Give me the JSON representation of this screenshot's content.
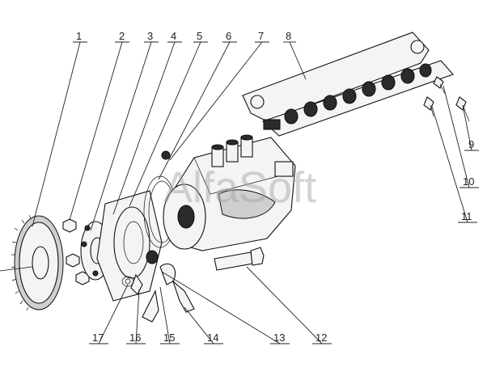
{
  "watermark": "AlfaSoft",
  "callouts": [
    {
      "id": "callout-1",
      "num": "1"
    },
    {
      "id": "callout-2",
      "num": "2"
    },
    {
      "id": "callout-3",
      "num": "3"
    },
    {
      "id": "callout-4",
      "num": "4"
    },
    {
      "id": "callout-5",
      "num": "5"
    },
    {
      "id": "callout-6",
      "num": "6"
    },
    {
      "id": "callout-7",
      "num": "7"
    },
    {
      "id": "callout-8",
      "num": "8"
    },
    {
      "id": "callout-9",
      "num": "9"
    },
    {
      "id": "callout-10",
      "num": "10"
    },
    {
      "id": "callout-11",
      "num": "11"
    },
    {
      "id": "callout-12",
      "num": "12"
    },
    {
      "id": "callout-13",
      "num": "13"
    },
    {
      "id": "callout-14",
      "num": "14"
    },
    {
      "id": "callout-15",
      "num": "15"
    },
    {
      "id": "callout-16",
      "num": "16"
    },
    {
      "id": "callout-17",
      "num": "17"
    }
  ]
}
